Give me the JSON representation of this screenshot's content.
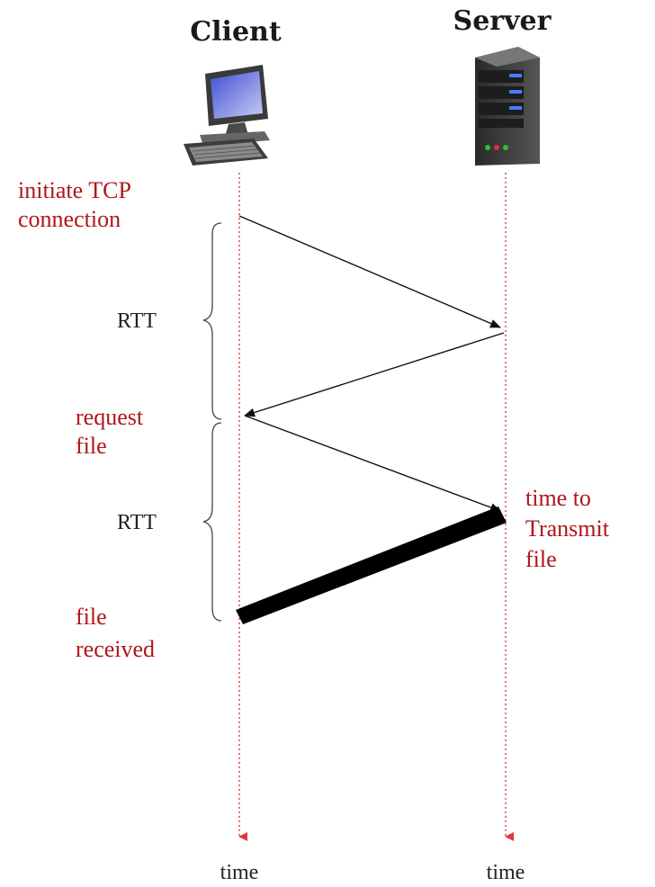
{
  "colors": {
    "annotation_red": "#b0161b",
    "timeline_red": "#e23a3a",
    "arrow_black": "#111111",
    "label_gray": "#222222"
  },
  "actors": {
    "client": {
      "label": "Client",
      "icon": "desktop-computer-icon"
    },
    "server": {
      "label": "Server",
      "icon": "server-tower-icon"
    }
  },
  "annotations": {
    "initiate_line1": "initiate TCP",
    "initiate_line2": "connection",
    "request_line1": "request",
    "request_line2": "file",
    "transmit_line1": "time to",
    "transmit_line2": "Transmit",
    "transmit_line3": "file",
    "received_line1": "file",
    "received_line2": "received"
  },
  "intervals": {
    "rtt1": "RTT",
    "rtt2": "RTT"
  },
  "timeline_labels": {
    "client_time": "time",
    "server_time": "time"
  }
}
